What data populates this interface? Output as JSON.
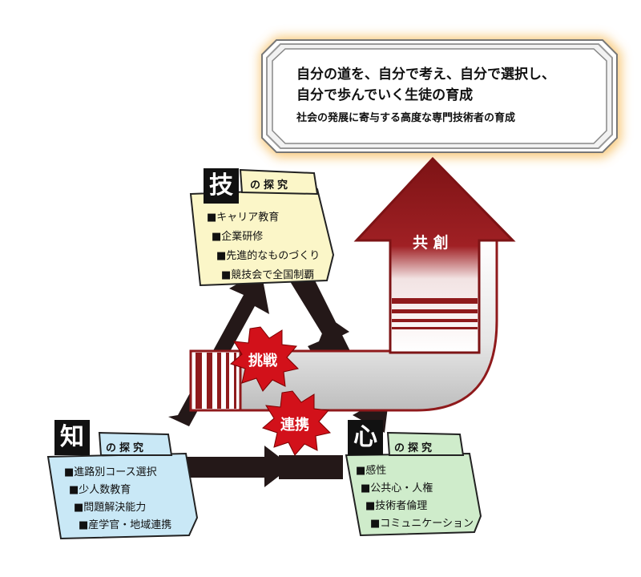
{
  "goal": {
    "line1": "自分の道を、自分で考え、自分で選択し、",
    "line2": "自分で歩んでいく生徒の育成",
    "line3": "社会の発展に寄与する高度な専門技術者の育成"
  },
  "waza": {
    "kanji": "技",
    "tag": "の探究",
    "items": [
      "■キャリア教育",
      "■企業研修",
      "■先進的なものづくり",
      "■競技会で全国制覇"
    ]
  },
  "chi": {
    "kanji": "知",
    "tag": "の探究",
    "items": [
      "■進路別コース選択",
      "■少人数教育",
      "■問題解決能力",
      "■産学官・地域連携"
    ]
  },
  "kokoro": {
    "kanji": "心",
    "tag": "の探究",
    "items": [
      "■感性",
      "■公共心・人権",
      "■技術者倫理",
      "■コミュニケーション"
    ]
  },
  "arrow_label": "共 創",
  "burst1": "挑戦",
  "burst2": "連携",
  "colors": {
    "waza_card": "#fbf6c8",
    "chi_card": "#c9e8f6",
    "kokoro_card": "#cfeccb",
    "arrow_red": "#8f1a1c",
    "burst_red": "#d2111a",
    "goal_glow": "#f6b54a"
  }
}
